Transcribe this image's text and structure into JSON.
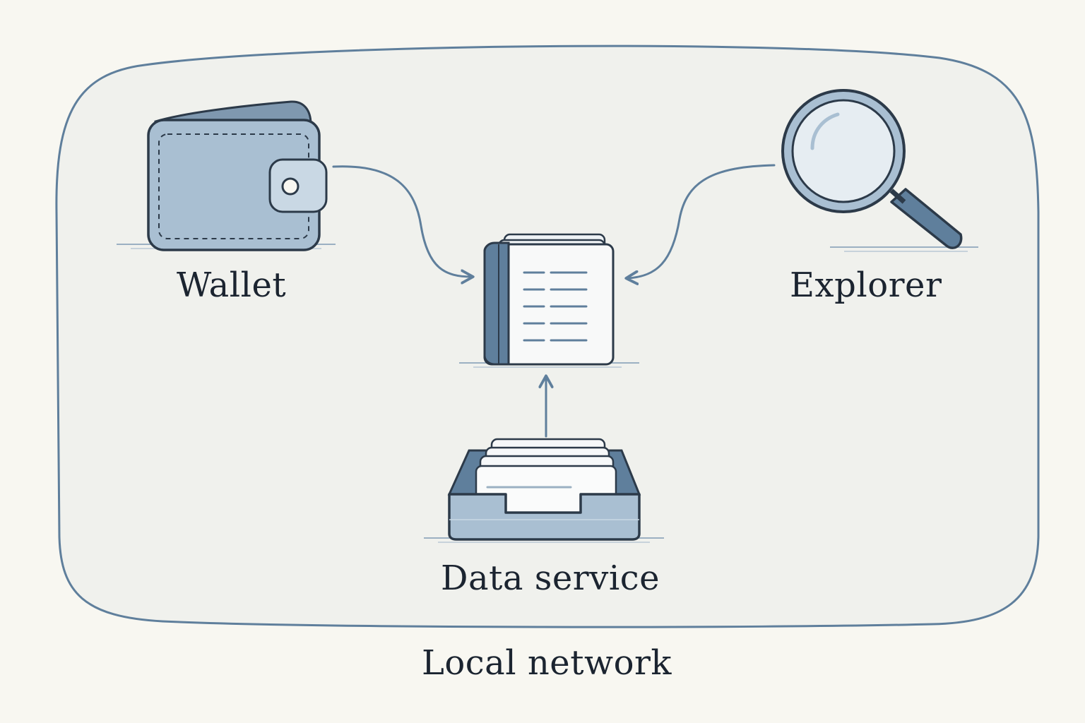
{
  "diagram": {
    "nodes": {
      "wallet": {
        "label": "Wallet",
        "icon": "wallet-icon"
      },
      "explorer": {
        "label": "Explorer",
        "icon": "magnifying-glass-icon"
      },
      "ledger": {
        "label": "",
        "icon": "ledger-book-icon"
      },
      "data_service": {
        "label": "Data service",
        "icon": "card-file-tray-icon"
      }
    },
    "container": {
      "label": "Local network"
    },
    "edges": [
      {
        "from": "wallet",
        "to": "ledger"
      },
      {
        "from": "explorer",
        "to": "ledger"
      },
      {
        "from": "data_service",
        "to": "ledger"
      }
    ]
  },
  "colors": {
    "stroke": "#5f7f9c",
    "icon_dark": "#2c3a49",
    "icon_fill": "#a9bfd2",
    "icon_fill_light": "#c9d8e4",
    "panel_fill": "#f0f1ed",
    "background": "#f8f7f1",
    "text": "#1b2430"
  }
}
